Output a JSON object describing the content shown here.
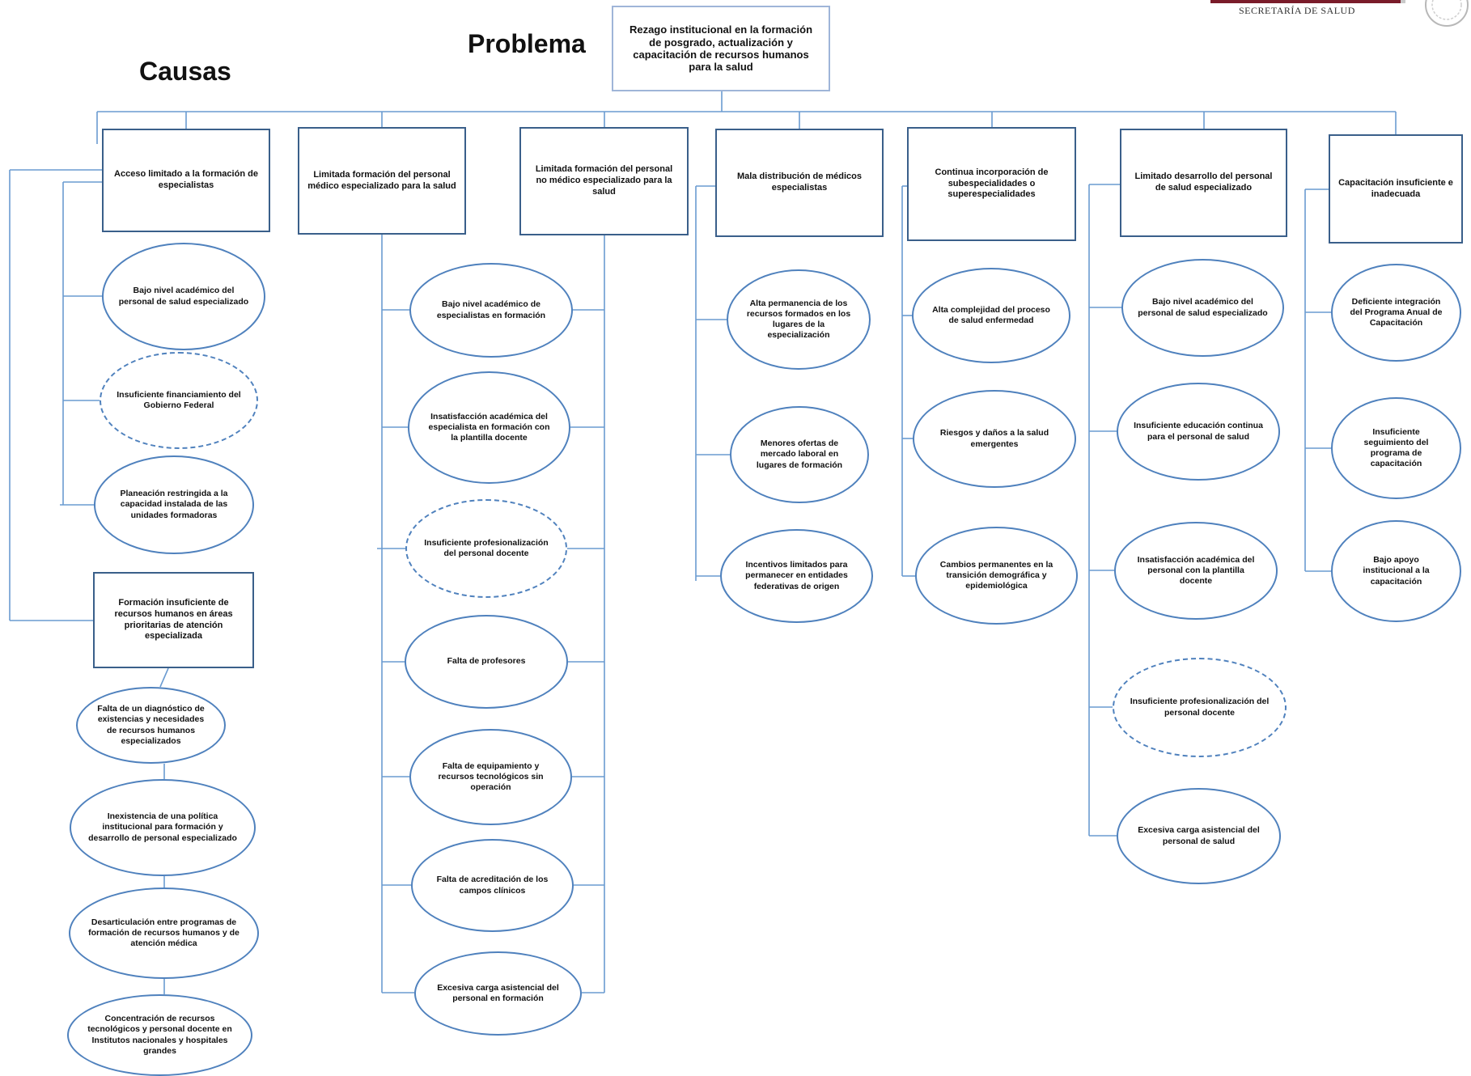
{
  "headings": {
    "causas": "Causas",
    "problema": "Problema"
  },
  "logo": {
    "institution": "SECRETARÍA DE SALUD"
  },
  "problem": "Rezago institucional en la formación de posgrado, actualización y capacitación de recursos humanos para la salud",
  "causes": [
    {
      "label": "Acceso limitado a la formación de especialistas",
      "items": [
        {
          "label": "Bajo nivel académico del personal de salud especializado",
          "dashed": false
        },
        {
          "label": "Insuficiente financiamiento del Gobierno Federal",
          "dashed": true
        },
        {
          "label": "Planeación restringida a la capacidad instalada de las unidades formadoras",
          "dashed": false
        }
      ]
    },
    {
      "label": "Formación insuficiente de recursos humanos en áreas prioritarias de atención especializada",
      "items": [
        {
          "label": "Falta de un diagnóstico de existencias y necesidades de recursos humanos especializados",
          "dashed": false
        },
        {
          "label": "Inexistencia de una política institucional para formación y desarrollo de personal especializado",
          "dashed": false
        },
        {
          "label": "Desarticulación entre programas de formación de recursos humanos y de atención médica",
          "dashed": false
        },
        {
          "label": "Concentración de recursos tecnológicos y personal docente en Institutos nacionales y hospitales grandes",
          "dashed": false
        }
      ]
    },
    {
      "label": "Limitada formación del personal médico especializado para la salud",
      "items": [
        {
          "label": "Bajo nivel académico de especialistas en formación",
          "dashed": false
        },
        {
          "label": "Insatisfacción académica del especialista en formación con la plantilla docente",
          "dashed": false
        },
        {
          "label": "Insuficiente profesionalización del personal docente",
          "dashed": true
        },
        {
          "label": "Falta de profesores",
          "dashed": false
        },
        {
          "label": "Falta de equipamiento y recursos tecnológicos sin operación",
          "dashed": false
        },
        {
          "label": "Falta de acreditación de los campos clínicos",
          "dashed": false
        },
        {
          "label": "Excesiva carga asistencial del personal en formación",
          "dashed": false
        }
      ]
    },
    {
      "label": "Limitada formación del personal no médico especializado para la salud",
      "items": []
    },
    {
      "label": "Mala distribución de médicos especialistas",
      "items": [
        {
          "label": "Alta permanencia de los recursos formados en los lugares de la especialización",
          "dashed": false
        },
        {
          "label": "Menores ofertas de mercado laboral en lugares de formación",
          "dashed": false
        },
        {
          "label": "Incentivos limitados para permanecer en entidades federativas de origen",
          "dashed": false
        }
      ]
    },
    {
      "label": "Continua incorporación de subespecialidades o superespecialidades",
      "items": [
        {
          "label": "Alta complejidad del proceso de salud enfermedad",
          "dashed": false
        },
        {
          "label": "Riesgos y daños a la salud emergentes",
          "dashed": false
        },
        {
          "label": "Cambios permanentes en la transición demográfica y epidemiológica",
          "dashed": false
        }
      ]
    },
    {
      "label": "Limitado desarrollo del personal de salud especializado",
      "items": [
        {
          "label": "Bajo nivel académico del personal de salud especializado",
          "dashed": false
        },
        {
          "label": "Insuficiente educación continua para el personal de salud",
          "dashed": false
        },
        {
          "label": "Insatisfacción académica del personal con la plantilla docente",
          "dashed": false
        },
        {
          "label": "Insuficiente profesionalización del personal docente",
          "dashed": true
        },
        {
          "label": "Excesiva carga asistencial del personal de salud",
          "dashed": false
        }
      ]
    },
    {
      "label": "Capacitación insuficiente e inadecuada",
      "items": [
        {
          "label": "Deficiente integración del Programa Anual de Capacitación",
          "dashed": false
        },
        {
          "label": "Insuficiente seguimiento del programa de capacitación",
          "dashed": false
        },
        {
          "label": "Bajo apoyo institucional a la capacitación",
          "dashed": false
        }
      ]
    }
  ],
  "colors": {
    "connector": "#6a9bd1",
    "box_border": "#3a5f8a",
    "ellipse_border": "#4f81bd"
  }
}
